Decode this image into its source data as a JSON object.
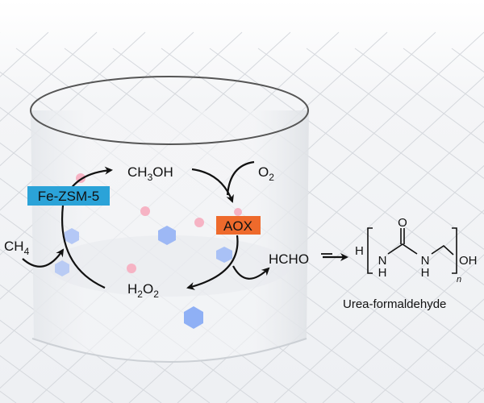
{
  "labels": {
    "methanol": "CH",
    "methanol_sub": "3",
    "methanol_tail": "OH",
    "oxygen": "O",
    "oxygen_sub": "2",
    "catalyst": "Fe-ZSM-5",
    "enzyme": "AOX",
    "methane": "CH",
    "methane_sub": "4",
    "peroxide_h": "H",
    "peroxide_sub1": "2",
    "peroxide_o": "O",
    "peroxide_sub2": "2",
    "formaldehyde": "HCHO",
    "polymer_name": "Urea-formaldehyde"
  },
  "structure": {
    "end_h": "H",
    "carbonyl_o": "O",
    "n1": "N",
    "h1": "H",
    "n2": "N",
    "h2": "H",
    "end_oh": "OH",
    "repeat": "n"
  },
  "colors": {
    "catalyst_box": "#2ba3d8",
    "enzyme_box": "#ee6a2c",
    "pink_particle": "#f6b3c4",
    "blue_particle": "#9db8f5"
  }
}
